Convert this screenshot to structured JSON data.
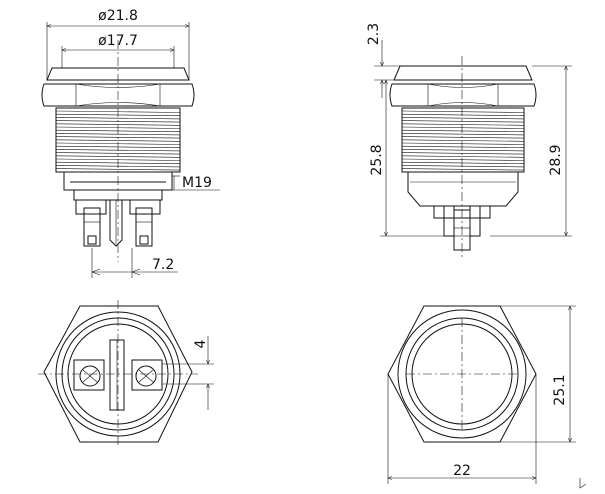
{
  "drawing": {
    "front_view": {
      "dims": {
        "outer_diameter": "ø21.8",
        "cap_diameter": "ø17.7",
        "thread": "M19",
        "terminal_spacing": "7.2"
      }
    },
    "side_view": {
      "dims": {
        "cap_height": "2.3",
        "body_height": "25.8",
        "total_height": "28.9"
      }
    },
    "rear_view": {
      "dims": {
        "terminal_width": "4"
      }
    },
    "top_view": {
      "dims": {
        "nut_across_flats": "22",
        "nut_across_corners": "25.1"
      }
    }
  }
}
